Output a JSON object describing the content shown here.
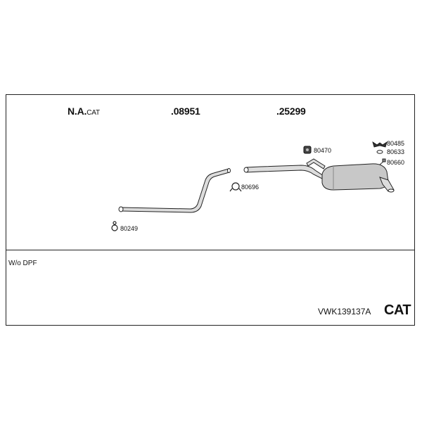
{
  "header": {
    "na_prefix": "N.A.",
    "na_suffix": "CAT",
    "code_1": ".08951",
    "code_2": ".25299"
  },
  "parts": {
    "p80470": "80470",
    "p80485": "80485",
    "p80633": "80633",
    "p80660": "80660",
    "p80696": "80696",
    "p80249": "80249"
  },
  "footer": {
    "note": "W/o DPF",
    "kit_code": "VWK139137A",
    "cat_label": "CAT"
  },
  "colors": {
    "line": "#222222",
    "pipe_fill": "#dcdcdc",
    "muffler_fill": "#c8c8c8"
  }
}
